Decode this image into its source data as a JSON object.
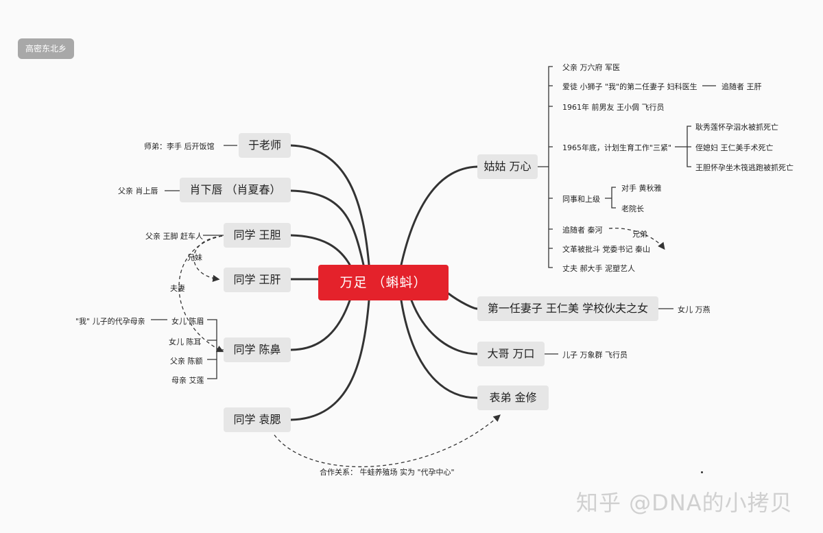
{
  "region_tag": "高密东北乡",
  "center": "万足 （蝌蚪）",
  "left": {
    "yu": {
      "label": "于老师",
      "detail": "师弟：李手  后开饭馆"
    },
    "xiao": {
      "label": "肖下唇 （肖夏春）",
      "detail": "父亲 肖上唇"
    },
    "wangdan": {
      "label": "同学 王胆",
      "detail": "父亲 王脚 赶车人"
    },
    "wanggan": {
      "label": "同学 王肝"
    },
    "chenbi": {
      "label": "同学 陈鼻",
      "surrogate_note": "\"我\" 儿子的代孕母亲",
      "children": [
        "女儿 陈眉",
        "女儿 陈耳",
        "父亲 陈额",
        "母亲 艾莲"
      ]
    },
    "yuansai": {
      "label": "同学 袁腮"
    },
    "rel_siblings": "兄妹",
    "rel_couple": "夫妻"
  },
  "right": {
    "gugu": {
      "label": "姑姑 万心",
      "items": {
        "father": "父亲 万六府 军医",
        "disciple": "爱徒 小狮子 \"我\"的第二任妻子 妇科医生",
        "follower_wanggan": "追随者 王肝",
        "ex_boyfriend": "1961年 前男友 王小倜 飞行员",
        "year1965": "1965年底，计划生育工作\"三紧\"",
        "cases": [
          "耿秀莲怀孕泅水被抓死亡",
          "侄媳妇 王仁美手术死亡",
          "王胆怀孕坐木筏逃跑被抓死亡"
        ],
        "colleagues": "同事和上级",
        "rival": "对手 黄秋雅",
        "old_dean": "老院长",
        "follower_qinhe": "追随者 秦河",
        "brother_note": "兄弟",
        "cultural_rev": "文革被批斗 党委书记 秦山",
        "husband": "丈夫 郝大手 泥塑艺人"
      }
    },
    "first_wife": {
      "label": "第一任妻子 王仁美 学校伙夫之女",
      "child": "女儿 万燕"
    },
    "big_brother": {
      "label": "大哥 万口",
      "child": "儿子 万象群 飞行员"
    },
    "cousin": {
      "label": "表弟 金修"
    }
  },
  "cooperation": "合作关系：  牛蛙养殖场  实为 \"代孕中心\"",
  "watermark": "知乎 @DNA的小拷贝"
}
